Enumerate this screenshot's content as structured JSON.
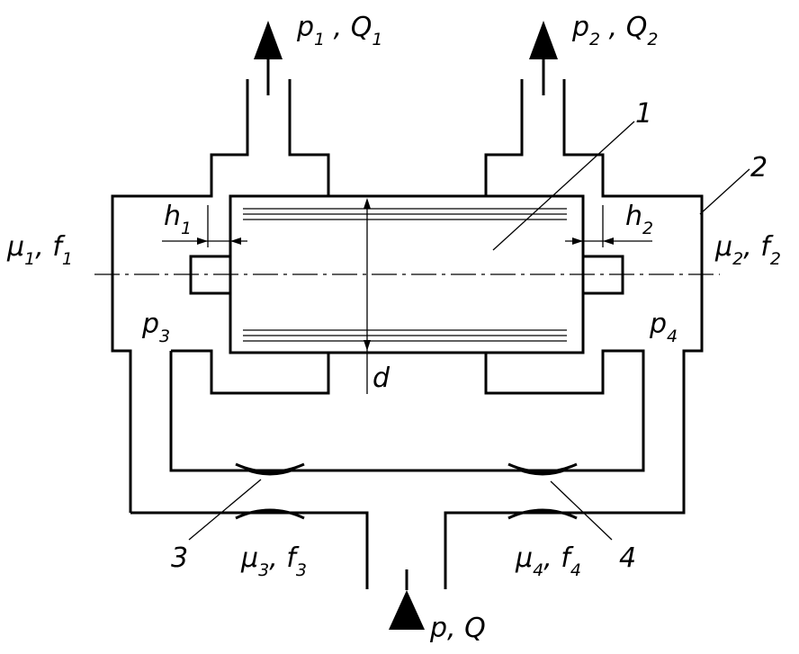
{
  "labels": {
    "outlet1": {
      "main": "p",
      "sub": "1",
      "sep": " , ",
      "main2": "Q",
      "sub2": "1"
    },
    "outlet2": {
      "main": "p",
      "sub": "2",
      "sep": " , ",
      "main2": "Q",
      "sub2": "2"
    },
    "inlet": {
      "main": "p, Q"
    },
    "left_throttle": {
      "main": "μ",
      "sub": "1",
      "sep": ", ",
      "main2": "f",
      "sub2": "1"
    },
    "right_throttle": {
      "main": "μ",
      "sub": "2",
      "sep": ", ",
      "main2": "f",
      "sub2": "2"
    },
    "throttle3": {
      "main": "μ",
      "sub": "3",
      "sep": ", ",
      "main2": "f",
      "sub2": "3"
    },
    "throttle4": {
      "main": "μ",
      "sub": "4",
      "sep": ", ",
      "main2": "f",
      "sub2": "4"
    },
    "chamber3": {
      "main": "p",
      "sub": "3"
    },
    "chamber4": {
      "main": "p",
      "sub": "4"
    },
    "gap1": {
      "main": "h",
      "sub": "1"
    },
    "gap2": {
      "main": "h",
      "sub": "2"
    },
    "diameter": "d",
    "part1": "1",
    "part2": "2",
    "part3": "3",
    "part4": "4"
  }
}
